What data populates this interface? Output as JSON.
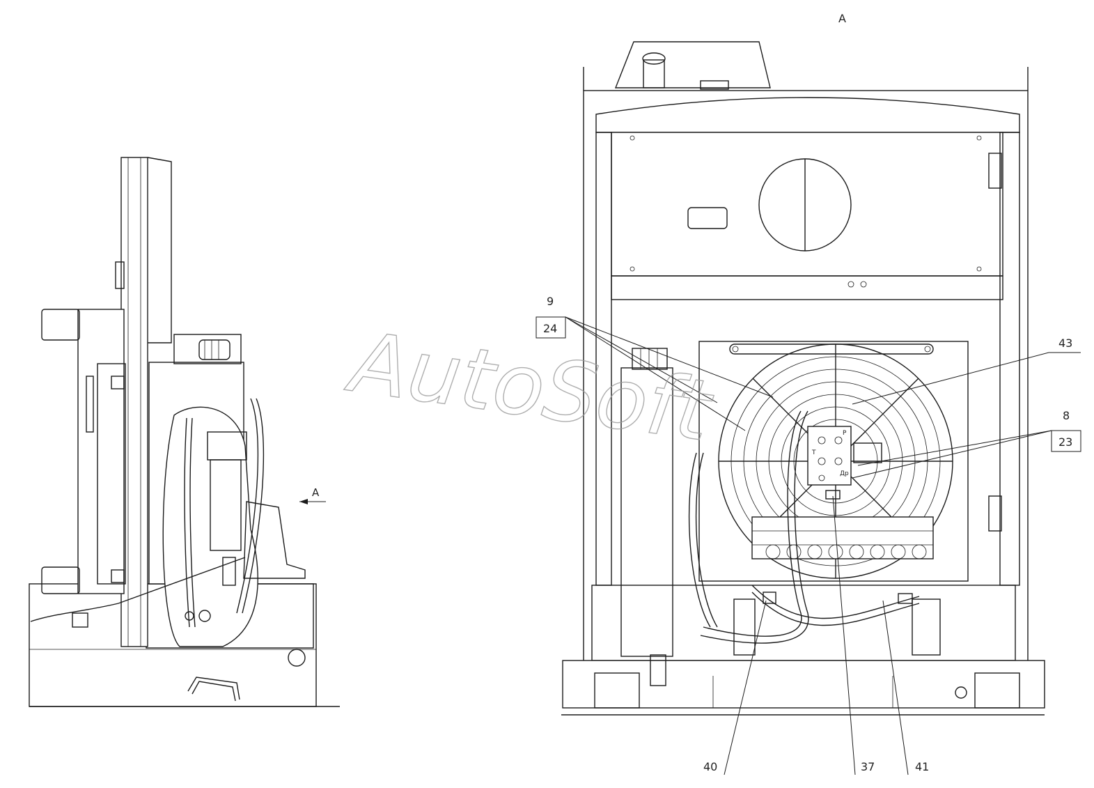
{
  "view_label_top": "А",
  "view_arrow_label": "А",
  "watermark": "AutoSoft",
  "callouts": {
    "c9": "9",
    "c24": "24",
    "c43": "43",
    "c8": "8",
    "c23": "23",
    "c40": "40",
    "c37": "37",
    "c41": "41"
  },
  "block_ports": {
    "p": "P",
    "t": "T",
    "dr": "Др"
  }
}
